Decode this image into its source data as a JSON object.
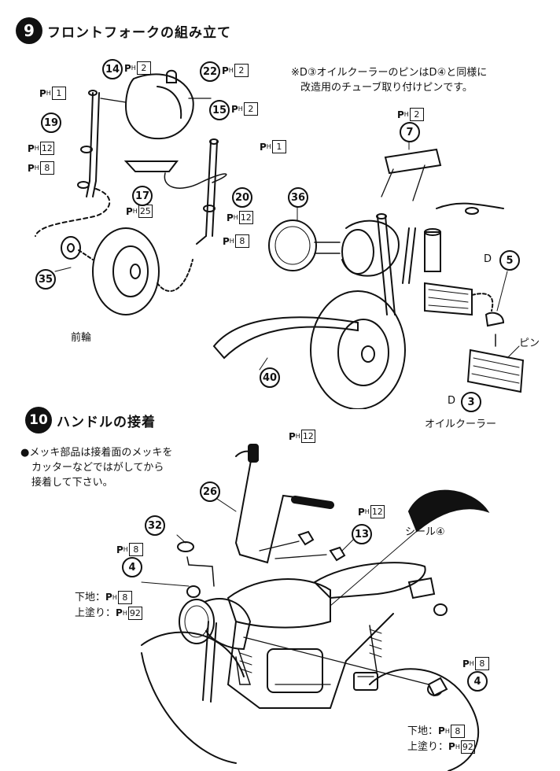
{
  "step9": {
    "number": "9",
    "title": "フロントフォークの組み立て",
    "note_line1": "※D③オイルクーラーのピンはD④と同様に",
    "note_line2": "改造用のチューブ取り付けピンです。",
    "front_wheel_label": "前輪",
    "oil_cooler_label": "オイルクーラー",
    "pin_label": "ピン",
    "d_letter": "D",
    "parts": {
      "p14": "14",
      "p22": "22",
      "p15": "15",
      "p19": "19",
      "p17": "17",
      "p20": "20",
      "p35": "35",
      "p36": "36",
      "p7": "7",
      "p5": "5",
      "p40": "40",
      "p3": "3"
    },
    "ph": {
      "ph1a": "1",
      "ph2a": "2",
      "ph2b": "2",
      "ph2c": "2",
      "ph12a": "12",
      "ph8a": "8",
      "ph1b": "1",
      "ph25": "25",
      "ph12b": "12",
      "ph8b": "8",
      "ph2d": "2"
    }
  },
  "step10": {
    "number": "10",
    "title": "ハンドルの接着",
    "note_line1": "●メッキ部品は接着面のメッキを",
    "note_line2": "カッターなどではがしてから",
    "note_line3": "接着して下さい。",
    "seal_label": "シール④",
    "base_coat_label": "下地：",
    "top_coat_label": "上塗り：",
    "parts": {
      "p26": "26",
      "p32": "32",
      "p4a": "4",
      "p13": "13",
      "p4b": "4"
    },
    "ph": {
      "ph12a": "12",
      "ph12b": "12",
      "ph8a": "8",
      "ph8base": "8",
      "ph92top": "92",
      "ph8b": "8",
      "ph8base2": "8",
      "ph92top2": "92"
    }
  },
  "ph_prefix": {
    "p": "P",
    "h": "H"
  }
}
